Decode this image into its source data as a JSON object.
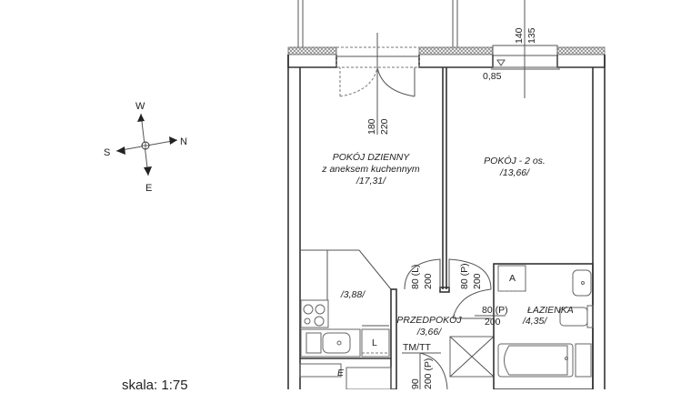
{
  "compass": {
    "north": "N",
    "south": "S",
    "east": "E",
    "west": "W"
  },
  "scale": {
    "label": "skala: 1:75"
  },
  "rooms": [
    {
      "id": "living",
      "name": "POKÓJ DZIENNY",
      "subtitle": "z aneksem kuchennym",
      "area": "/17,31/"
    },
    {
      "id": "bedroom",
      "name": "POKÓJ - 2 os.",
      "area": "/13,66/"
    },
    {
      "id": "kitchen",
      "name": "",
      "area": "/3,88/"
    },
    {
      "id": "hall",
      "name": "PRZEDPOKÓJ",
      "area": "/3,66/"
    },
    {
      "id": "bathroom",
      "name": "ŁAZIENKA",
      "area": "/4,35/"
    }
  ],
  "dimensions": {
    "balcony_door_width": "180",
    "balcony_door_height": "220",
    "window_width": "140",
    "window_height": "135",
    "window_sill": "0,85",
    "living_door_width": "80 (L)",
    "living_door_height": "200",
    "bedroom_door_width": "80 (P)",
    "bedroom_door_height": "200",
    "bath_door_width": "80 (P)",
    "bath_door_height": "200",
    "entry_door_width": "90",
    "entry_door_height": "200 (P)"
  },
  "symbols": {
    "utility_meter": "TM/TT",
    "washer_slot": "A",
    "fridge": "L",
    "electric_panel": "E"
  }
}
